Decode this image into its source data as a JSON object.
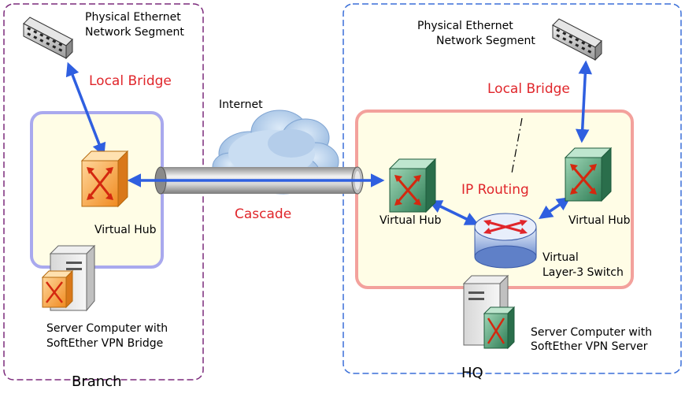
{
  "branch": {
    "area_label": "Branch",
    "segment_label_line1": "Physical Ethernet",
    "segment_label_line2": "Network Segment",
    "bridge_label": "Local Bridge",
    "hub_label": "Virtual Hub",
    "server_label_line1": "Server Computer with",
    "server_label_line2": "SoftEther VPN Bridge"
  },
  "internet": {
    "cloud_label": "Internet",
    "tunnel_label": "Cascade"
  },
  "hq": {
    "area_label": "HQ",
    "segment_label_line1": "Physical Ethernet",
    "segment_label_line2": "Network Segment",
    "bridge_label": "Local Bridge",
    "routing_label": "IP Routing",
    "hub_left_label": "Virtual Hub",
    "hub_right_label": "Virtual Hub",
    "switch_label_line1": "Virtual",
    "switch_label_line2": "Layer-3 Switch",
    "server_label_line1": "Server Computer with",
    "server_label_line2": "SoftEther VPN Server"
  },
  "colors": {
    "branch_border": "#7b2a7b",
    "hq_border": "#3a6fd8",
    "branch_panel": "#a9a9ee",
    "hq_panel": "#f3a19c",
    "panel_fill": "#fffde6",
    "link_arrow": "#2f5fe0",
    "red_text": "#e0262b"
  }
}
